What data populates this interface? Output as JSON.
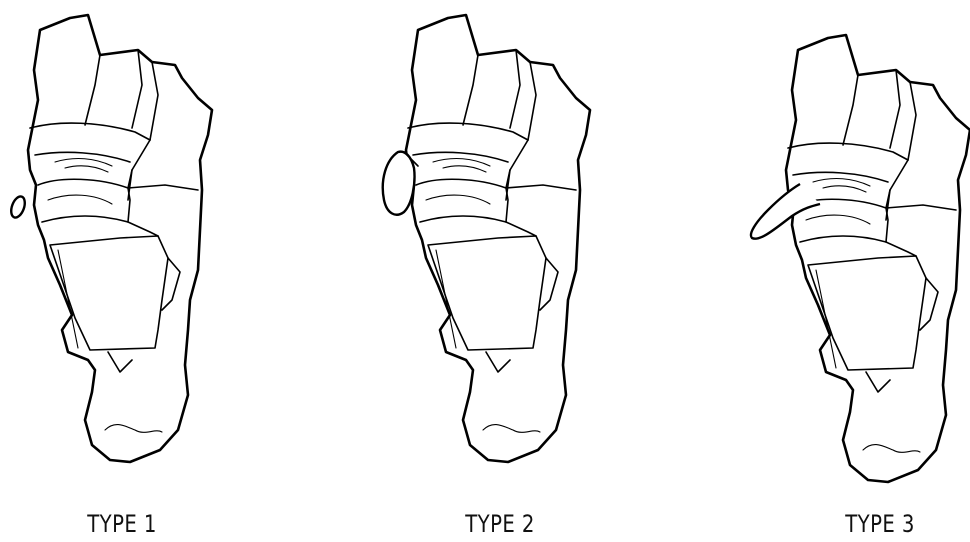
{
  "figures": [
    {
      "id": "type-1",
      "label": "TYPE 1"
    },
    {
      "id": "type-2",
      "label": "TYPE 2"
    },
    {
      "id": "type-3",
      "label": "TYPE 3"
    }
  ]
}
